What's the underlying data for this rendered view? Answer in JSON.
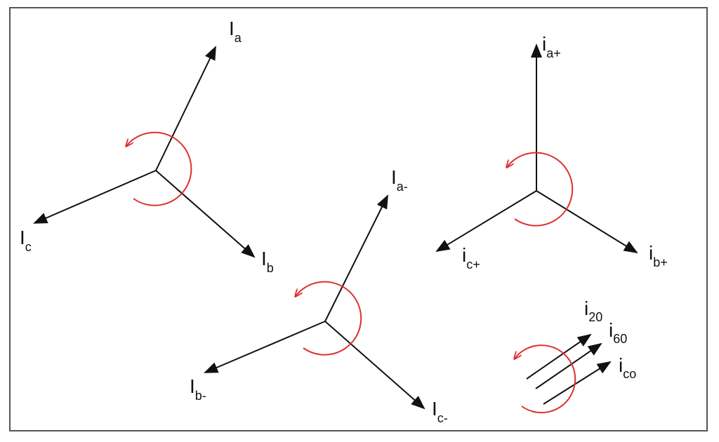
{
  "colors": {
    "frame": "#555555",
    "arrow": "#111111",
    "rotation": "#e03030"
  },
  "diagrams": {
    "positive_sequence_I": {
      "a": {
        "main": "I",
        "sub": "a"
      },
      "b": {
        "main": "I",
        "sub": "b"
      },
      "c": {
        "main": "I",
        "sub": "c"
      }
    },
    "negative_sequence_I": {
      "a": {
        "main": "I",
        "sub": "a-"
      },
      "b": {
        "main": "I",
        "sub": "b-"
      },
      "c": {
        "main": "I",
        "sub": "c-"
      }
    },
    "positive_sequence_i": {
      "a": {
        "main": "i",
        "sub": "a+"
      },
      "b": {
        "main": "i",
        "sub": "b+"
      },
      "c": {
        "main": "i",
        "sub": "c+"
      }
    },
    "zero_sequence_i": {
      "first": {
        "main": "i",
        "sub": "20"
      },
      "second": {
        "main": "i",
        "sub": "60"
      },
      "third": {
        "main": "i",
        "sub": "co"
      }
    }
  }
}
